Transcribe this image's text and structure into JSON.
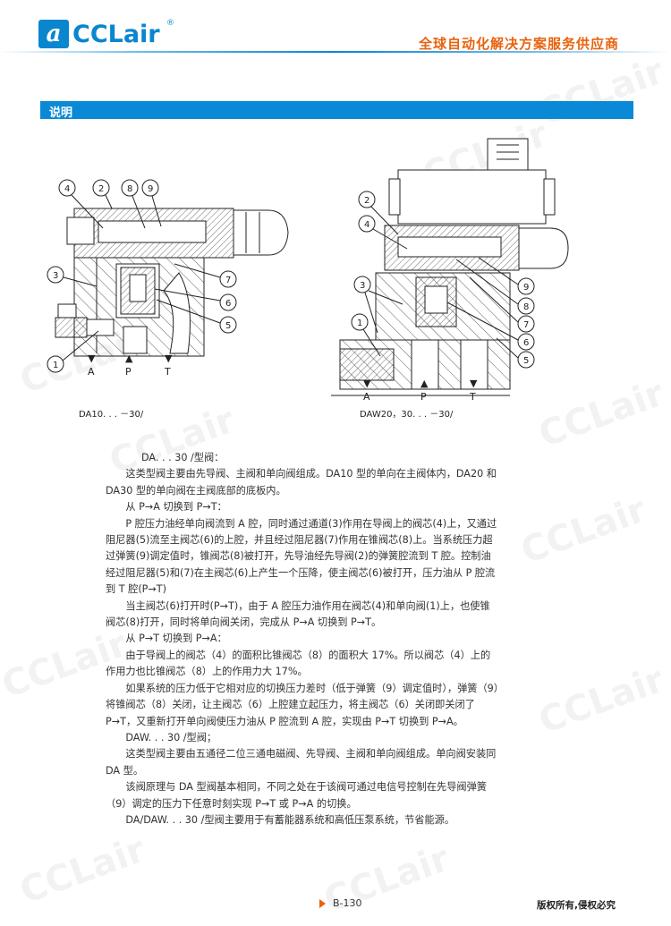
{
  "header": {
    "logo_glyph": "a",
    "logo_text": "CCLair",
    "logo_reg": "®",
    "slogan": "全球自动化解决方案服务供应商",
    "brand_color": "#0a86cf",
    "slogan_color": "#e8630e"
  },
  "section": {
    "title": "说明",
    "bar_color": "#0a8ad6"
  },
  "watermark": "CCLair",
  "diagrams": [
    {
      "caption": "DA10. . . －30/",
      "callouts": [
        "4",
        "2",
        "8",
        "9",
        "3",
        "7",
        "6",
        "5",
        "1"
      ],
      "ports": [
        "A",
        "P",
        "T"
      ]
    },
    {
      "caption": "DAW20，30. . . －30/",
      "callouts": [
        "2",
        "4",
        "3",
        "1",
        "9",
        "8",
        "7",
        "6",
        "5"
      ],
      "ports": [
        "A",
        "P",
        "T"
      ]
    }
  ],
  "body": {
    "paragraphs": [
      {
        "indent": true,
        "text": "DA. . . 30 /型阀："
      },
      {
        "indent": true,
        "text": "这类型阀主要由先导阀、主阀和单向阀组成。DA10 型的单向在主阀体内，DA20 和 DA30 型的单向阀在主阀底部的底板内。"
      },
      {
        "indent": true,
        "text": "从 P→A 切换到 P→T："
      },
      {
        "indent": true,
        "text": "P 腔压力油经单向阀流到 A 腔，同时通过通道(3)作用在导阀上的阀芯(4)上，又通过阻尼器(5)流至主阀芯(6)的上腔，并且经过阻尼器(7)作用在锥阀芯(8)上。当系统压力超过弹簧(9)调定值时，锥阀芯(8)被打开，先导油经先导阀(2)的弹簧腔流到 T 腔。控制油经过阻尼器(5)和(7)在主阀芯(6)上产生一个压降，使主阀芯(6)被打开，压力油从 P 腔流到 T 腔(P→T)"
      },
      {
        "indent": true,
        "text": "当主阀芯(6)打开时(P→T)，由于 A 腔压力油作用在阀芯(4)和单向阀(1)上，也使锥阀芯(8)打开，同时将单向阀关闭，完成从 P→A 切换到 P→T。"
      },
      {
        "indent": true,
        "text": "从 P→T 切换到 P→A："
      },
      {
        "indent": true,
        "text": "由于导阀上的阀芯（4）的面积比锥阀芯（8）的面积大 17%。所以阀芯（4）上的作用力也比锥阀芯（8）上的作用力大 17%。"
      },
      {
        "indent": true,
        "text": "如果系统的压力低于它相对应的切换压力差时（低于弹簧（9）调定值时），弹簧（9）将锥阀芯（8）关闭，让主阀芯（6）上腔建立起压力，将主阀芯（6）关闭即关闭了 P→T，又重新打开单向阀使压力油从 P 腔流到 A 腔，实现由 P→T 切换到 P→A。"
      },
      {
        "indent": true,
        "text": "DAW. . . 30 /型阀；"
      },
      {
        "indent": true,
        "text": "这类型阀主要由五通径二位三通电磁阀、先导阀、主阀和单向阀组成。单向阀安装同 DA 型。"
      },
      {
        "indent": true,
        "text": "该阀原理与 DA 型阀基本相同，不同之处在于该阀可通过电信号控制在先导阀弹簧（9）调定的压力下任意时刻实现 P→T 或 P→A 的切换。"
      },
      {
        "indent": true,
        "text": "DA/DAW. . . 30 /型阀主要用于有蓄能器系统和高低压泵系统，节省能源。"
      }
    ]
  },
  "footer": {
    "page": "B-130",
    "copyright": "版权所有,侵权必究"
  }
}
